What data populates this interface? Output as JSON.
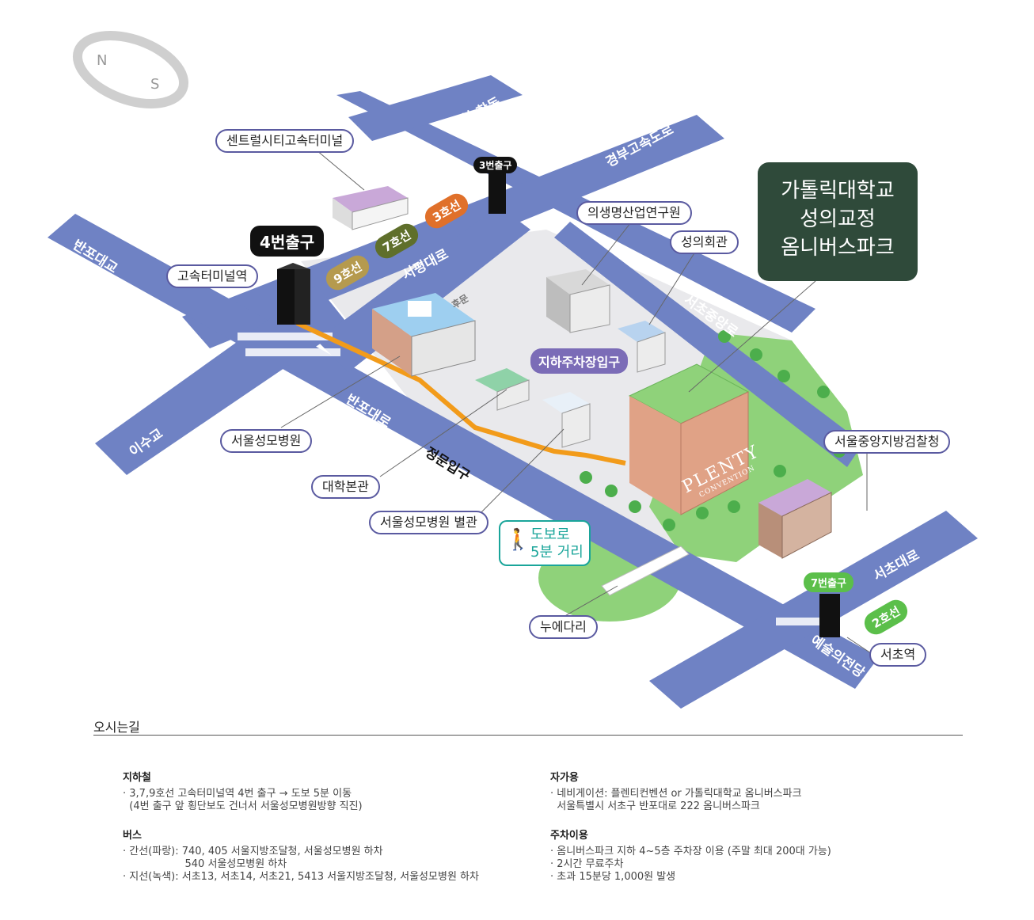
{
  "compass": {
    "n": "N",
    "s": "S"
  },
  "callout": {
    "line1": "가톨릭대학교",
    "line2": "성의교정",
    "line3": "옴니버스파크"
  },
  "roads": {
    "nonhyeon": "논현,학동",
    "gyeongbu": "경부고속도로",
    "banpo_left": "반포대교",
    "seopyeong": "서평대로",
    "seocho_jungang": "서초중앙로",
    "isu": "이수교",
    "banpo_main": "반포대로",
    "main_gate": "정문입구",
    "seocho_daero": "서초대로",
    "arts": "예술의전당",
    "uturn": "후문"
  },
  "labels": {
    "central_city": "센트럴시티고속터미널",
    "express_station": "고속터미널역",
    "medical_ind": "의생명산업연구원",
    "seongui_hall": "성의회관",
    "parking": "지하주차장입구",
    "hospital": "서울성모병원",
    "main_building": "대학본관",
    "annex": "서울성모병원 별관",
    "prosecutor": "서울중앙지방검찰청",
    "nue_bridge": "누에다리",
    "seocho_station": "서초역"
  },
  "exits": {
    "exit4": "4번출구",
    "exit3": "3번출구",
    "exit7": "7번출구"
  },
  "lines": {
    "l9": "9호선",
    "l7": "7호선",
    "l3": "3호선",
    "l2": "2호선"
  },
  "walk": {
    "line1": "도보로",
    "line2": "5분 거리"
  },
  "building_sign": {
    "line1": "PLENTY",
    "line2": "CONVENTION"
  },
  "info": {
    "title": "오시는길",
    "subway": {
      "heading": "지하철",
      "line1": "· 3,7,9호선 고속터미널역 4번 출구 → 도보 5분 이동",
      "line2": "  (4번 출구 앞 횡단보도 건너서 서울성모병원방향 직진)"
    },
    "bus": {
      "heading": "버스",
      "line1": "· 간선(파랑): 740, 405 서울지방조달청, 서울성모병원 하차",
      "line2": "                   540 서울성모병원 하차",
      "line3": "· 지선(녹색): 서초13, 서초14, 서초21, 5413 서울지방조달청, 서울성모병원 하차"
    },
    "car": {
      "heading": "자가용",
      "line1": "· 네비게이션: 플렌티컨벤션 or 가톨릭대학교 옴니버스파크",
      "line2": "  서울특별시 서초구 반포대로 222 옴니버스파크"
    },
    "parking": {
      "heading": "주차이용",
      "line1": "· 옴니버스파크 지하 4~5층 주차장 이용 (주말 최대 200대 가능)",
      "line2": "· 2시간 무료주차",
      "line3": "· 초과 15분당 1,000원 발생"
    }
  },
  "colors": {
    "road": "#6f82c4",
    "park": "#8fd27a",
    "route": "#f29b1a",
    "callout": "#2f4a3a",
    "line9": "#b59a4e",
    "line7": "#5f6f2b",
    "line3": "#e0702a",
    "line2": "#5bbf4a"
  }
}
